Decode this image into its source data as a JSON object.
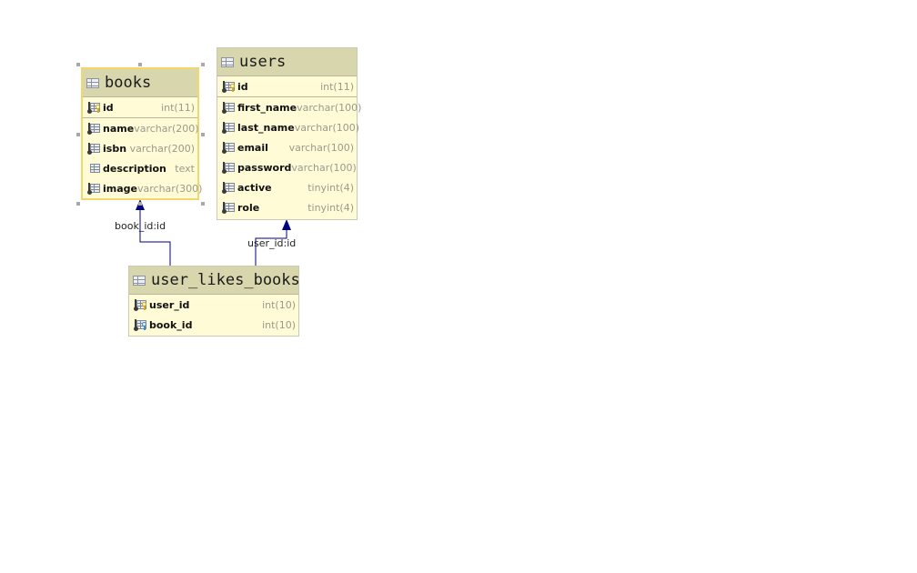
{
  "tables": {
    "books": {
      "title": "books",
      "columns": [
        {
          "name": "id",
          "type": "int(11)",
          "key": "primary"
        },
        {
          "name": "name",
          "type": "varchar(200)",
          "key": "none"
        },
        {
          "name": "isbn",
          "type": "varchar(200)",
          "key": "none"
        },
        {
          "name": "description",
          "type": "text",
          "key": "none"
        },
        {
          "name": "image",
          "type": "varchar(300)",
          "key": "none"
        }
      ]
    },
    "users": {
      "title": "users",
      "columns": [
        {
          "name": "id",
          "type": "int(11)",
          "key": "primary"
        },
        {
          "name": "first_name",
          "type": "varchar(100)",
          "key": "none"
        },
        {
          "name": "last_name",
          "type": "varchar(100)",
          "key": "none"
        },
        {
          "name": "email",
          "type": "varchar(100)",
          "key": "none"
        },
        {
          "name": "password",
          "type": "varchar(100)",
          "key": "none"
        },
        {
          "name": "active",
          "type": "tinyint(4)",
          "key": "none"
        },
        {
          "name": "role",
          "type": "tinyint(4)",
          "key": "none"
        }
      ]
    },
    "user_likes_books": {
      "title": "user_likes_books",
      "columns": [
        {
          "name": "user_id",
          "type": "int(10)",
          "key": "primary-foreign"
        },
        {
          "name": "book_id",
          "type": "int(10)",
          "key": "primary-foreign-blue"
        }
      ]
    }
  },
  "relationships": [
    {
      "label": "book_id:id",
      "from": "user_likes_books",
      "to": "books"
    },
    {
      "label": "user_id:id",
      "from": "user_likes_books",
      "to": "users"
    }
  ],
  "colors": {
    "table_fill": "#fefbd6",
    "header_fill": "#d8d6ad",
    "selected_border": "#f3d76a",
    "connector": "#000080"
  }
}
